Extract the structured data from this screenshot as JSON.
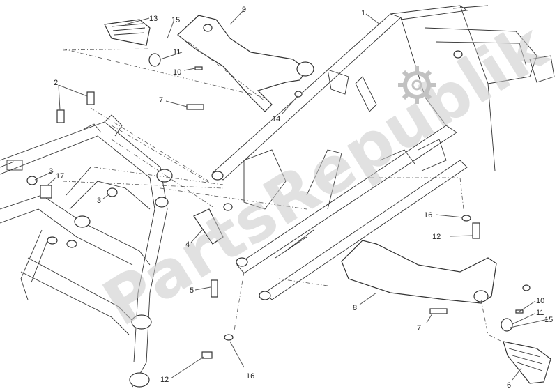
{
  "diagram": {
    "watermark": "PartsRepublik",
    "watermark_icon": "gear-icon",
    "callouts": [
      "1",
      "2",
      "3",
      "3",
      "4",
      "5",
      "6",
      "7",
      "7",
      "8",
      "9",
      "10",
      "10",
      "11",
      "11",
      "12",
      "12",
      "13",
      "15",
      "15",
      "14",
      "16",
      "16",
      "17"
    ],
    "callout_labels": {
      "c1": "1",
      "c2": "2",
      "c3a": "3",
      "c3b": "3",
      "c4": "4",
      "c5": "5",
      "c6": "6",
      "c7a": "7",
      "c7b": "7",
      "c8": "8",
      "c9": "9",
      "c10a": "10",
      "c10b": "10",
      "c11a": "11",
      "c11b": "11",
      "c12a": "12",
      "c12b": "12",
      "c13": "13",
      "c14": "14",
      "c15a": "15",
      "c15b": "15",
      "c16a": "16",
      "c16b": "16",
      "c17": "17"
    }
  }
}
